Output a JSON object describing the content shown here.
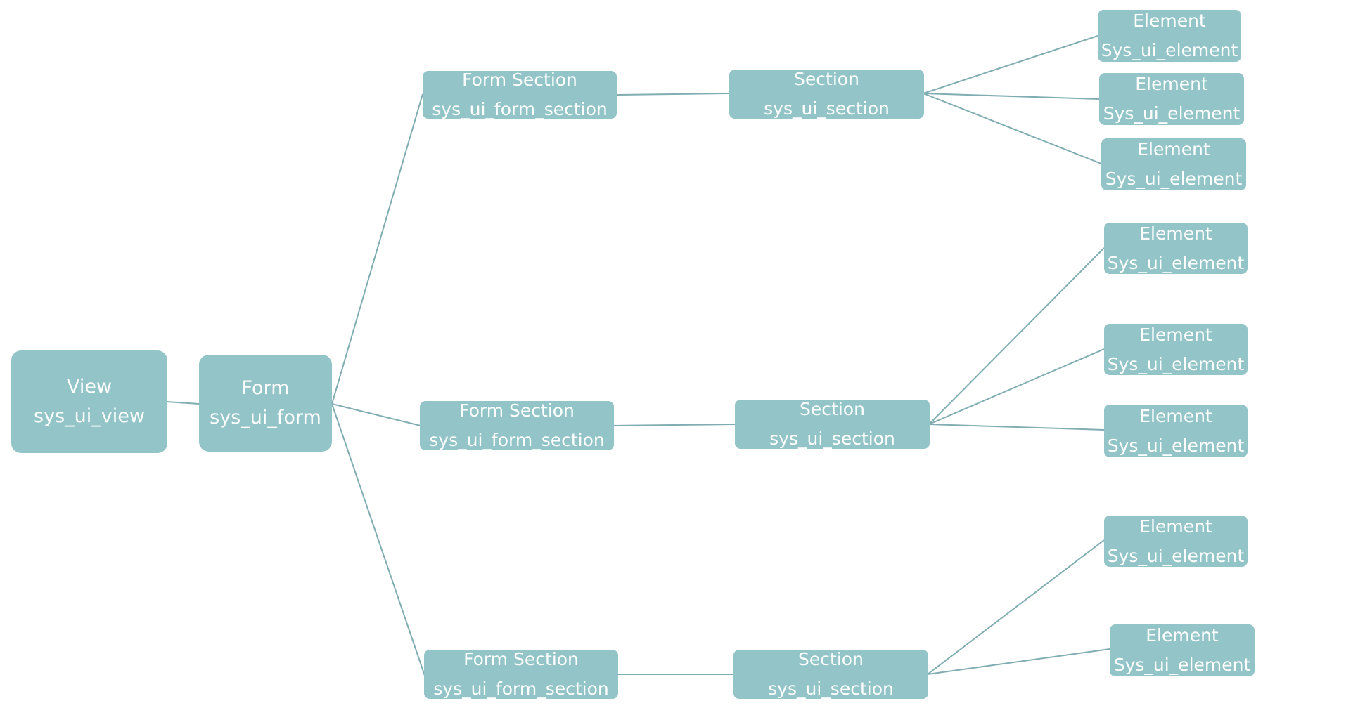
{
  "theme": {
    "node_fill": "#93c4c7",
    "connector": "#7fadb1",
    "text": "#ffffff",
    "background": "#ffffff"
  },
  "nodes": {
    "view": {
      "title": "View",
      "table": "sys_ui_view"
    },
    "form": {
      "title": "Form",
      "table": "sys_ui_form"
    },
    "form_sections": [
      {
        "title": "Form Section",
        "table": "sys_ui_form_section"
      },
      {
        "title": "Form Section",
        "table": "sys_ui_form_section"
      },
      {
        "title": "Form Section",
        "table": "sys_ui_form_section"
      }
    ],
    "sections": [
      {
        "title": "Section",
        "table": "sys_ui_section"
      },
      {
        "title": "Section",
        "table": "sys_ui_section"
      },
      {
        "title": "Section",
        "table": "sys_ui_section"
      }
    ],
    "elements": [
      {
        "title": "Element",
        "table": "Sys_ui_element"
      },
      {
        "title": "Element",
        "table": "Sys_ui_element"
      },
      {
        "title": "Element",
        "table": "Sys_ui_element"
      },
      {
        "title": "Element",
        "table": "Sys_ui_element"
      },
      {
        "title": "Element",
        "table": "Sys_ui_element"
      },
      {
        "title": "Element",
        "table": "Sys_ui_element"
      },
      {
        "title": "Element",
        "table": "Sys_ui_element"
      },
      {
        "title": "Element",
        "table": "Sys_ui_element"
      }
    ]
  }
}
